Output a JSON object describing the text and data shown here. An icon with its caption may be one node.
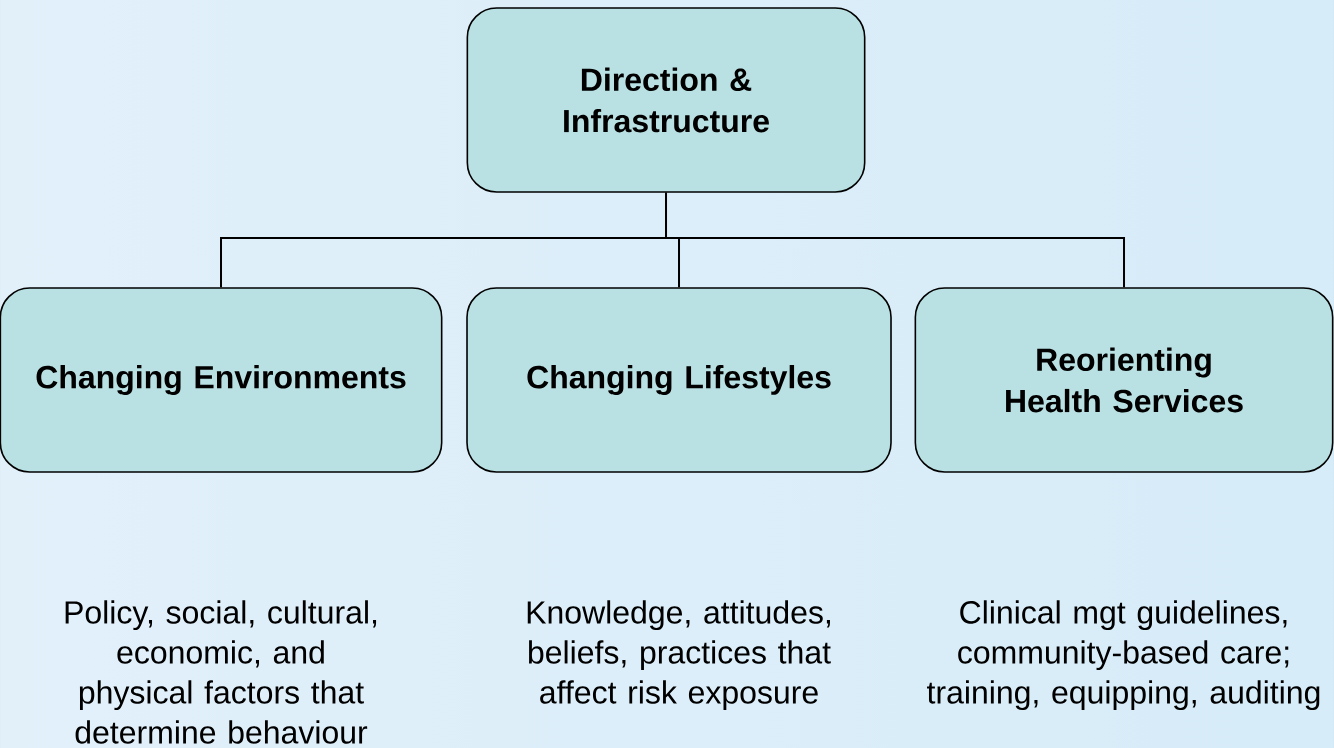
{
  "diagram": {
    "nodes": [
      {
        "text": [
          "Direction & Infrastructure"
        ]
      },
      {
        "text": [
          "Changing Environments"
        ],
        "beside": [
          "Policy, social, cultural, economic, and physical factors that determine behaviour"
        ]
      },
      {
        "text": [
          "Changing Lifestyles"
        ],
        "beside": [
          "Knowledge, attitudes, beliefs, practices that affect risk exposure"
        ]
      },
      {
        "text": [
          "Reorienting Health Services"
        ],
        "beside": [
          "Clinical mgt guidelines, community-based care; training, equipping, auditing"
        ]
      }
    ],
    "edges": [
      {
        "from": 0,
        "to": 1,
        "arrow": "none"
      },
      {
        "from": 0,
        "to": 2,
        "arrow": "none"
      },
      {
        "from": 0,
        "to": 3,
        "arrow": "none"
      }
    ]
  }
}
